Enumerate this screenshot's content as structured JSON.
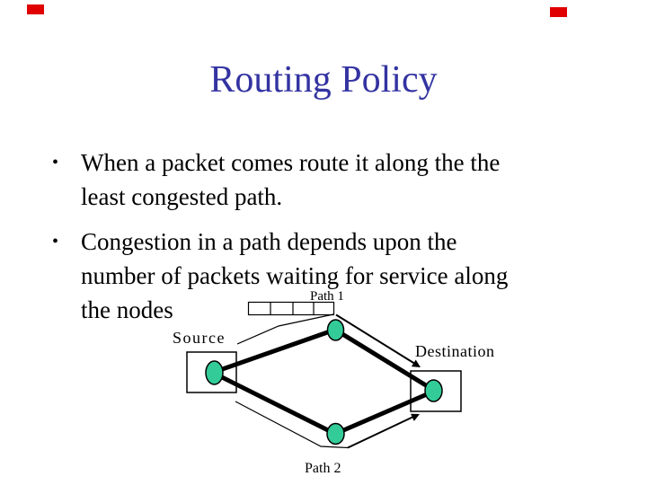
{
  "slide": {
    "title": "Routing Policy",
    "bullets": [
      {
        "lines": [
          "When a packet comes route it along the the",
          "least congested path."
        ]
      },
      {
        "lines": [
          "Congestion in a path depends upon the",
          "number of packets waiting for service along",
          "the nodes"
        ]
      }
    ]
  },
  "diagram": {
    "source_label": "Source",
    "destination_label": "Destination",
    "path1_label": "Path 1",
    "path2_label": "Path 2",
    "queue_cells": 4,
    "nodes": [
      "source",
      "router-top",
      "router-bottom",
      "destination"
    ],
    "edges": [
      {
        "from": "source",
        "to": "router-top"
      },
      {
        "from": "router-top",
        "to": "destination"
      },
      {
        "from": "source",
        "to": "router-bottom"
      },
      {
        "from": "router-bottom",
        "to": "destination"
      }
    ]
  },
  "colors": {
    "title_text": "#3333a2",
    "body_text": "#000000",
    "node_fill": "#33cc99",
    "node_stroke": "#000000",
    "line": "#000000",
    "corner_marker": "#e00000",
    "background": "#ffffff"
  }
}
